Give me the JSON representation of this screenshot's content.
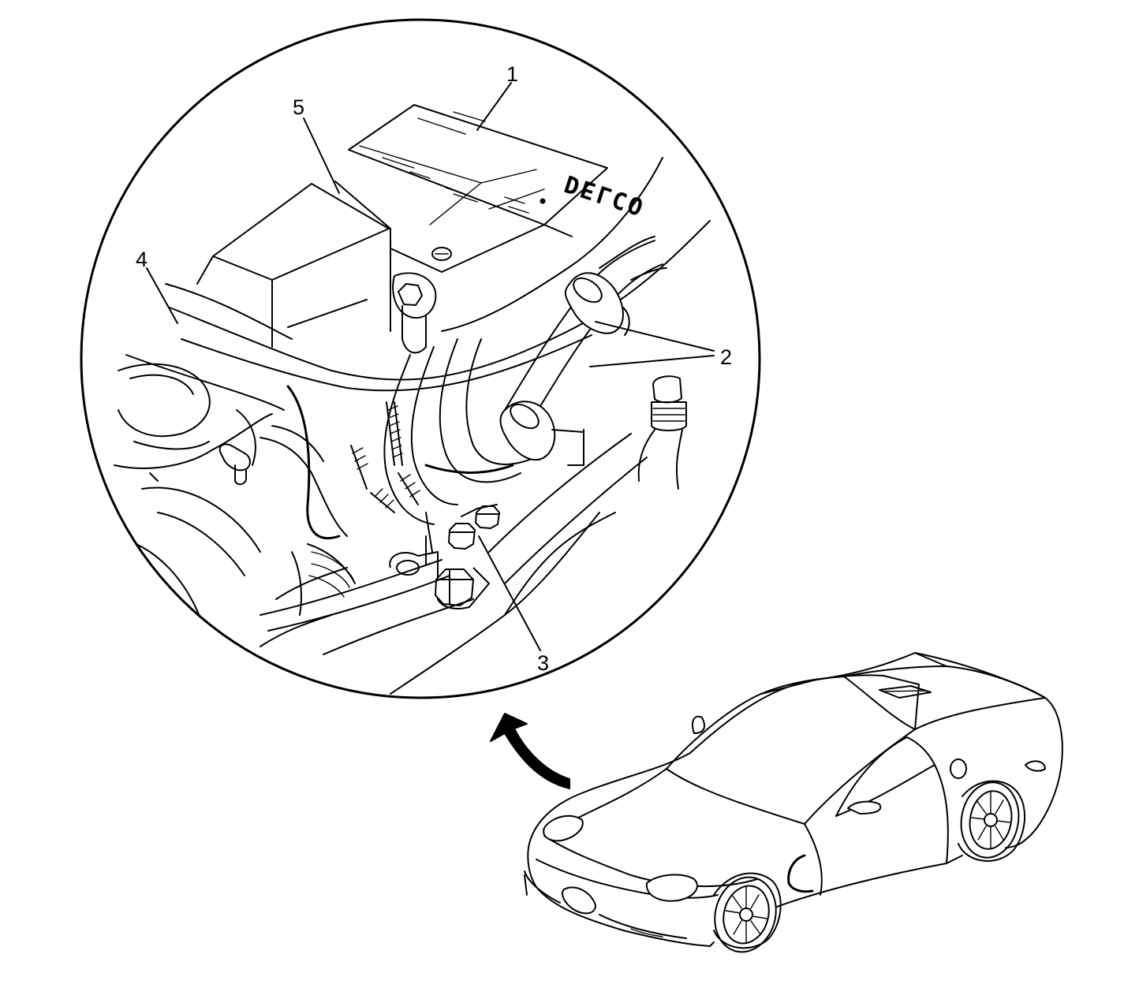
{
  "callouts": [
    {
      "id": "1",
      "label": "1"
    },
    {
      "id": "2",
      "label": "2"
    },
    {
      "id": "3",
      "label": "3"
    },
    {
      "id": "4",
      "label": "4"
    },
    {
      "id": "5",
      "label": "5"
    }
  ],
  "battery_label": {
    "brand": "DELCO"
  },
  "colors": {
    "line": "#000000",
    "background": "#ffffff"
  }
}
